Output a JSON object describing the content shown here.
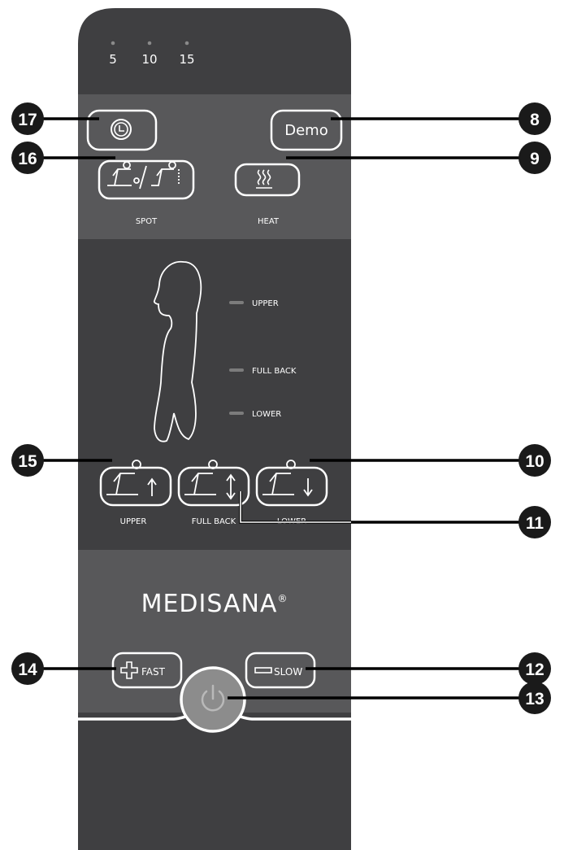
{
  "timer_levels": [
    "5",
    "10",
    "15"
  ],
  "buttons": {
    "demo": "Demo",
    "heat": "HEAT",
    "spot": "SPOT",
    "upper": "UPPER",
    "full_back": "FULL BACK",
    "lower": "LOWER",
    "fast": "FAST",
    "slow": "SLOW"
  },
  "zone_indicators": [
    "UPPER",
    "FULL BACK",
    "LOWER"
  ],
  "brand": {
    "name": "MEDISANA",
    "mark": "®"
  },
  "callouts": {
    "timer": "17",
    "spot": "16",
    "upper": "15",
    "fast": "14",
    "power": "13",
    "slow": "12",
    "full_back": "11",
    "lower": "10",
    "heat": "9",
    "demo": "8"
  },
  "icons": {
    "timer_button": "clock-icon",
    "heat_button": "heat-waves-icon",
    "spot_button": "seated-person-spot-icon",
    "upper_button": "seated-person-up-arrow-icon",
    "full_back_button": "seated-person-updown-arrow-icon",
    "lower_button": "seated-person-down-arrow-icon",
    "fast_button": "plus-icon",
    "slow_button": "minus-icon",
    "power_button": "power-icon",
    "body_outline": "human-profile-icon"
  },
  "colors": {
    "panel_dark": "#3f3f41",
    "panel_band": "#58585a",
    "callout_badge": "#1a1a1a",
    "power_button": "#8c8c8c"
  }
}
